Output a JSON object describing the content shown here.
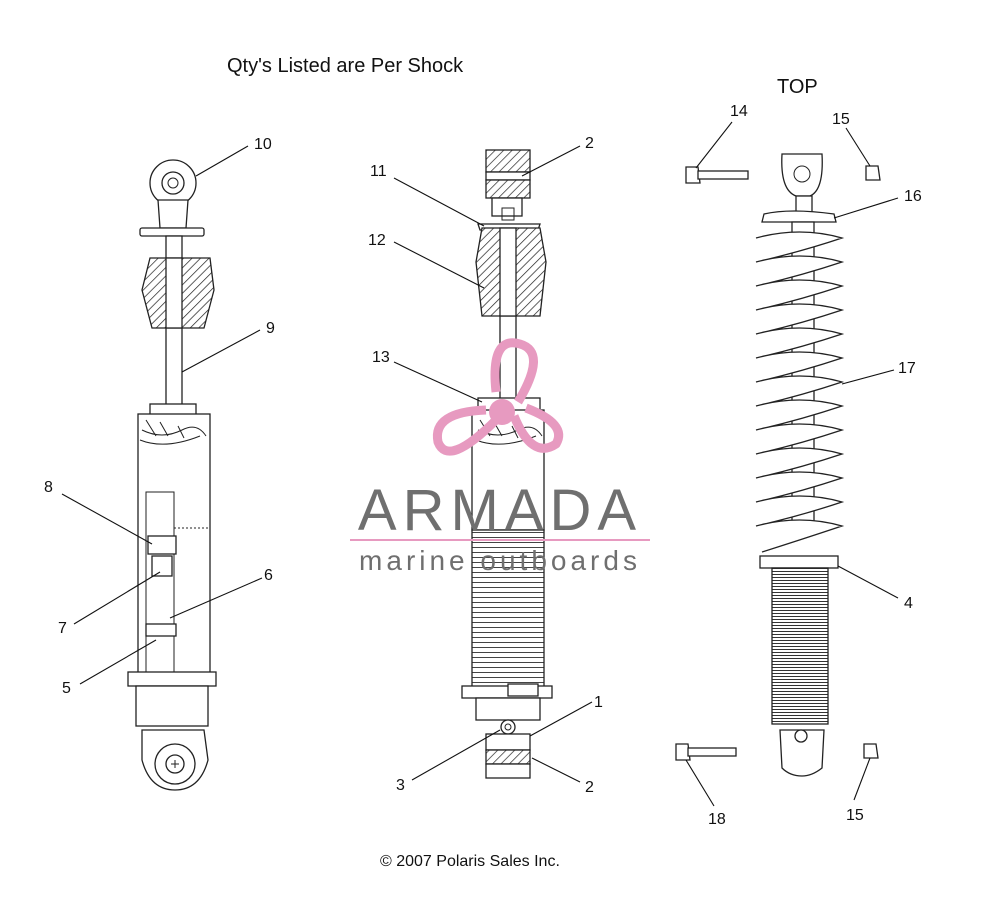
{
  "header": {
    "note": "Qty's Listed are Per Shock",
    "top_label": "TOP"
  },
  "footer": {
    "copyright": "© 2007 Polaris Sales Inc."
  },
  "watermark": {
    "brand": "ARMADA",
    "tagline": "marine outboards",
    "color": "#e79ac0",
    "text_color": "#6f6f6f"
  },
  "callouts": [
    "10",
    "9",
    "8",
    "7",
    "6",
    "5",
    "11",
    "2",
    "12",
    "13",
    "1",
    "3",
    "2",
    "14",
    "15",
    "16",
    "17",
    "4",
    "18",
    "15"
  ]
}
